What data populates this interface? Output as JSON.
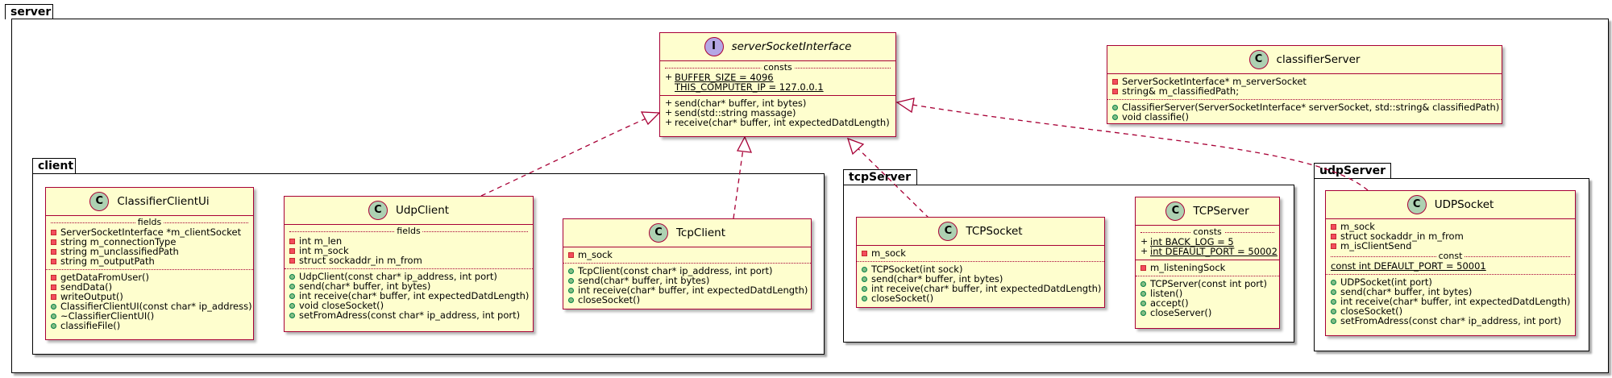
{
  "packages": {
    "server": "server",
    "client": "client",
    "tcpServer": "tcpServer",
    "udpServer": "udpServer"
  },
  "colors": {
    "class_fill": "#fefece",
    "class_border": "#a80036",
    "class_stereo": "#add1b2",
    "interface_stereo": "#b4a7e5",
    "private": "#f24d5c",
    "public": "#84be84"
  },
  "classes": {
    "serverSocketInterface": {
      "stereotype": "I",
      "name": "serverSocketInterface",
      "consts_label": "consts",
      "fields": [
        {
          "vis": "public",
          "text": "BUFFER_SIZE = 4096",
          "static": true
        },
        {
          "vis": "none",
          "text": "THIS_COMPUTER_IP = 127.0.0.1",
          "static": true
        }
      ],
      "methods": [
        {
          "vis": "public",
          "text": "send(char* buffer, int bytes)"
        },
        {
          "vis": "public",
          "text": "send(std::string massage)"
        },
        {
          "vis": "public",
          "text": "receive(char* buffer, int expectedDatdLength)"
        }
      ]
    },
    "classifierServer": {
      "stereotype": "C",
      "name": "classifierServer",
      "fields": [
        {
          "vis": "private",
          "text": "ServerSocketInterface* m_serverSocket"
        },
        {
          "vis": "private",
          "text": "string& m_classifiedPath;"
        }
      ],
      "methods": [
        {
          "vis": "public",
          "text": "ClassifierServer(ServerSocketInterface* serverSocket, std::string& classifiedPath)"
        },
        {
          "vis": "public",
          "text": "void classifie()"
        }
      ]
    },
    "ClassifierClientUi": {
      "stereotype": "C",
      "name": "ClassifierClientUi",
      "fields_label": "fields",
      "fields": [
        {
          "vis": "private",
          "text": "ServerSocketInterface *m_clientSocket"
        },
        {
          "vis": "private",
          "text": "string m_connectionType"
        },
        {
          "vis": "private",
          "text": "string m_unclassifiedPath"
        },
        {
          "vis": "private",
          "text": "string m_outputPath"
        }
      ],
      "methods": [
        {
          "vis": "private",
          "text": "getDataFromUser()"
        },
        {
          "vis": "private",
          "text": "sendData()"
        },
        {
          "vis": "private",
          "text": "writeOutput()"
        },
        {
          "vis": "public",
          "text": "ClassifierClientUI(const char* ip_address)"
        },
        {
          "vis": "public",
          "text": "~ClassifierClientUI()"
        },
        {
          "vis": "public",
          "text": "classifieFile()"
        }
      ]
    },
    "UdpClient": {
      "stereotype": "C",
      "name": "UdpClient",
      "fields_label": "fields",
      "fields": [
        {
          "vis": "private",
          "text": "int m_len"
        },
        {
          "vis": "private",
          "text": "int m_sock"
        },
        {
          "vis": "private",
          "text": "struct sockaddr_in m_from"
        }
      ],
      "methods": [
        {
          "vis": "public",
          "text": "UdpClient(const char* ip_address, int port)"
        },
        {
          "vis": "public",
          "text": "send(char* buffer, int bytes)"
        },
        {
          "vis": "public",
          "text": "int receive(char* buffer, int expectedDatdLength)"
        },
        {
          "vis": "public",
          "text": "void closeSocket()"
        },
        {
          "vis": "public",
          "text": "setFromAdress(const char* ip_address, int port)"
        }
      ]
    },
    "TcpClient": {
      "stereotype": "C",
      "name": "TcpClient",
      "fields": [
        {
          "vis": "private",
          "text": "m_sock"
        }
      ],
      "methods": [
        {
          "vis": "public",
          "text": "TcpClient(const char* ip_address, int port)"
        },
        {
          "vis": "public",
          "text": "send(char* buffer, int bytes)"
        },
        {
          "vis": "public",
          "text": "int receive(char* buffer, int expectedDatdLength)"
        },
        {
          "vis": "public",
          "text": "closeSocket()"
        }
      ]
    },
    "TCPSocket": {
      "stereotype": "C",
      "name": "TCPSocket",
      "fields": [
        {
          "vis": "private",
          "text": "m_sock"
        }
      ],
      "methods": [
        {
          "vis": "public",
          "text": "TCPSocket(int sock)"
        },
        {
          "vis": "public",
          "text": "send(char* buffer, int bytes)"
        },
        {
          "vis": "public",
          "text": "int receive(char* buffer, int expectedDatdLength)"
        },
        {
          "vis": "public",
          "text": "closeSocket()"
        }
      ]
    },
    "TCPServer": {
      "stereotype": "C",
      "name": "TCPServer",
      "consts_label": "consts",
      "consts": [
        {
          "vis": "public",
          "text": "int BACK_LOG = 5",
          "static": true
        },
        {
          "vis": "public",
          "text": "int DEFAULT_PORT = 50002",
          "static": true
        }
      ],
      "fields": [
        {
          "vis": "private",
          "text": "m_listeningSock"
        }
      ],
      "methods": [
        {
          "vis": "public",
          "text": "TCPServer(const int port)"
        },
        {
          "vis": "public",
          "text": "listen()"
        },
        {
          "vis": "public",
          "text": "accept()"
        },
        {
          "vis": "public",
          "text": "closeServer()"
        }
      ]
    },
    "UDPSocket": {
      "stereotype": "C",
      "name": "UDPSocket",
      "fields": [
        {
          "vis": "private",
          "text": "m_sock"
        },
        {
          "vis": "private",
          "text": "struct sockaddr_in m_from"
        },
        {
          "vis": "private",
          "text": "m_isClientSend"
        }
      ],
      "const_label": "const",
      "consts": [
        {
          "vis": "none",
          "text": "const int DEFAULT_PORT = 50001",
          "static": true
        }
      ],
      "methods": [
        {
          "vis": "public",
          "text": "UDPSocket(int port)"
        },
        {
          "vis": "public",
          "text": "send(char* buffer, int bytes)"
        },
        {
          "vis": "public",
          "text": "int receive(char* buffer, int expectedDatdLength)"
        },
        {
          "vis": "public",
          "text": "closeSocket()"
        },
        {
          "vis": "public",
          "text": "setFromAdress(const char* ip_address, int port)"
        }
      ]
    }
  },
  "relations": [
    {
      "from": "UdpClient",
      "to": "serverSocketInterface",
      "type": "realization"
    },
    {
      "from": "TcpClient",
      "to": "serverSocketInterface",
      "type": "realization"
    },
    {
      "from": "TCPSocket",
      "to": "serverSocketInterface",
      "type": "realization"
    },
    {
      "from": "UDPSocket",
      "to": "serverSocketInterface",
      "type": "realization"
    }
  ]
}
